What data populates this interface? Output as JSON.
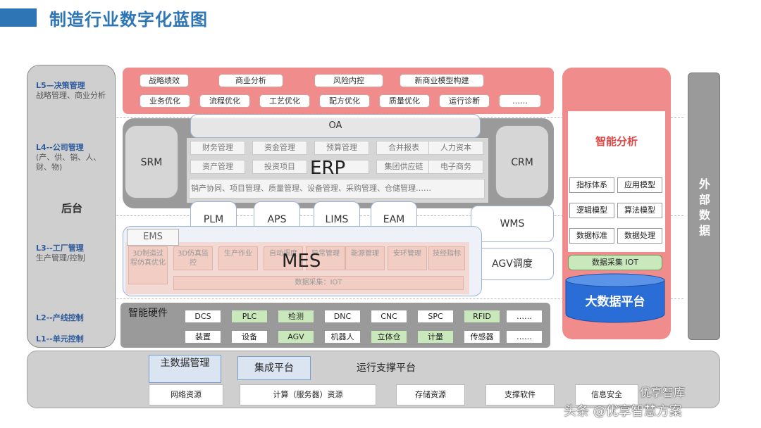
{
  "title": "制造行业数字化蓝图",
  "left_levels": {
    "l5": {
      "code": "L5—决策管理",
      "desc": "战略管理、商业分析"
    },
    "l4": {
      "code": "L4--公司管理",
      "desc": "(产、供、销、人、财、物)"
    },
    "backend": "后台",
    "l3": {
      "code": "L3--工厂管理",
      "desc": "生产管理/控制"
    },
    "l2": {
      "code": "L2--产线控制"
    },
    "l1": {
      "code": "L1--单元控制"
    }
  },
  "l5_items_row1": [
    "战略绩效",
    "商业分析",
    "风险内控",
    "新商业模型构建"
  ],
  "l5_items_row2": [
    "业务优化",
    "流程优化",
    "工艺优化",
    "配方优化",
    "质量优化",
    "运行诊断",
    "……"
  ],
  "oa": "OA",
  "srm": "SRM",
  "crm": "CRM",
  "erp": {
    "label": "ERP",
    "row1": [
      "财务管理",
      "资金管理",
      "预算管理",
      "合并报表",
      "人力资本"
    ],
    "row2": [
      "资产管理",
      "投资项目",
      "",
      "集团供应链",
      "电子商务"
    ],
    "row3": "销产协同、项目管理、质量管理、设备管理、采购管理、仓储管理……"
  },
  "mid_systems": [
    "PLM",
    "APS",
    "LIMS",
    "EAM"
  ],
  "wms": "WMS",
  "agv": "AGV调度",
  "mes": {
    "label": "MES",
    "ems": "EMS",
    "items": [
      "3D制造过程仿真优化",
      "3D仿真监控",
      "生产作业",
      "自动调度",
      "异常管理",
      "能源管理",
      "安环管理",
      "技经指标"
    ],
    "collect": "数据采集：IOT"
  },
  "hardware": {
    "label": "智能硬件",
    "row1": [
      "DCS",
      "PLC",
      "检测",
      "DNC",
      "CNC",
      "SPC",
      "RFID",
      "……"
    ],
    "row2": [
      "装置",
      "设备",
      "AGV",
      "机器人",
      "立体仓",
      "计量",
      "传感器",
      "……"
    ]
  },
  "analytics": {
    "title": "智能分析",
    "items": [
      "指标体系",
      "应用模型",
      "逻辑模型",
      "算法模型",
      "数据标准",
      "数据处理"
    ],
    "iot": "数据采集 IOT",
    "bigdata": "大数据平台"
  },
  "external": [
    "外",
    "部",
    "数",
    "据"
  ],
  "bottom": {
    "master": "主数据管理",
    "integration": "集成平台",
    "runtime": "运行支撑平台",
    "resources": [
      "网络资源",
      "计算（服务器）资源",
      "存储资源",
      "支撑软件",
      "信息安全"
    ]
  },
  "watermark": {
    "brand": "优享智库",
    "account": "头条 @优享智慧方案"
  },
  "colors": {
    "accent": "#2e75b6",
    "pink": "#f08c8c",
    "gray": "#9a9a9a",
    "green": "#c9e8bc",
    "bigdata_blue": "#2a6dd6"
  }
}
